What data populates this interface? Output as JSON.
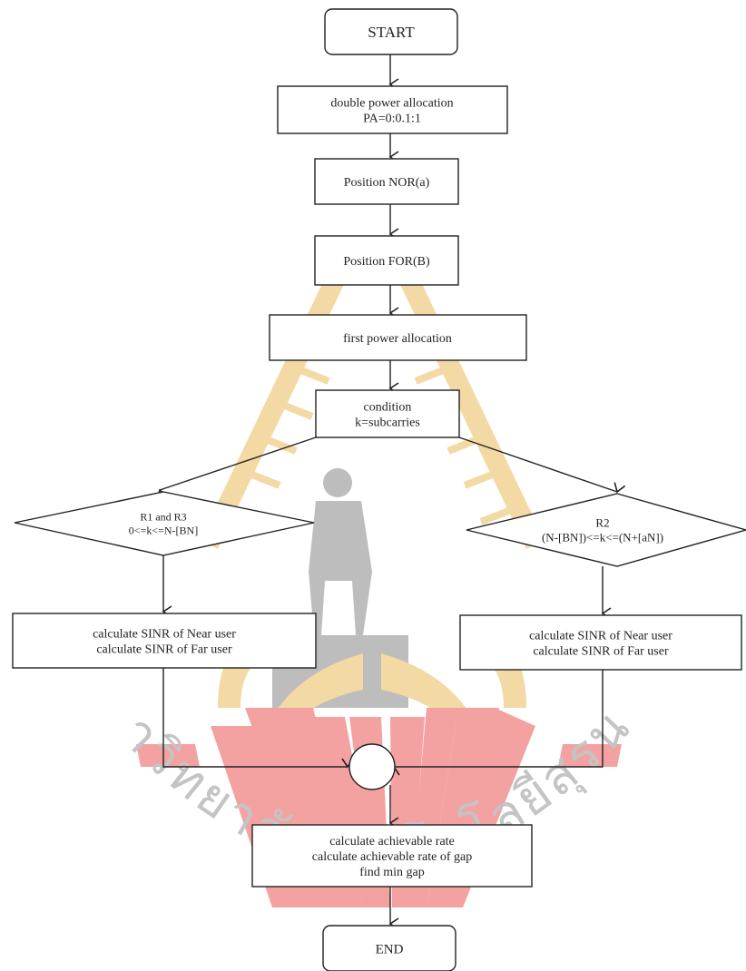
{
  "nodes": {
    "start": {
      "lines": [
        "START"
      ]
    },
    "double_power": {
      "lines": [
        "double power allocation",
        "PA=0:0.1:1"
      ]
    },
    "position_nor": {
      "lines": [
        "Position NOR(a)"
      ]
    },
    "position_for": {
      "lines": [
        "Position FOR(B)"
      ]
    },
    "first_power": {
      "lines": [
        "first power allocation"
      ]
    },
    "condition": {
      "lines": [
        "condition",
        "k=subcarries"
      ]
    },
    "decision_left": {
      "lines": [
        "R1 and R3",
        "0<=k<=N-[BN]"
      ]
    },
    "decision_right": {
      "lines": [
        "R2",
        "(N-[BN])<=k<=(N+[aN])"
      ]
    },
    "sinr_left": {
      "lines": [
        "calculate SINR of Near user",
        "calculate SINR of Far user"
      ]
    },
    "sinr_right": {
      "lines": [
        "calculate SINR of Near user",
        "calculate SINR of Far user"
      ]
    },
    "rate": {
      "lines": [
        "calculate achievable rate",
        "calculate achievable rate of gap",
        "find min gap"
      ]
    },
    "end": {
      "lines": [
        "END"
      ]
    }
  },
  "watermark": {
    "text": "มหาวิทยาลัยเทคโนโลยีสุรนารี",
    "colors": {
      "gold": "#f3d9a4",
      "red": "#f4a1a1",
      "statue": "#bdbdbd",
      "text": "#c4c4c4"
    }
  }
}
